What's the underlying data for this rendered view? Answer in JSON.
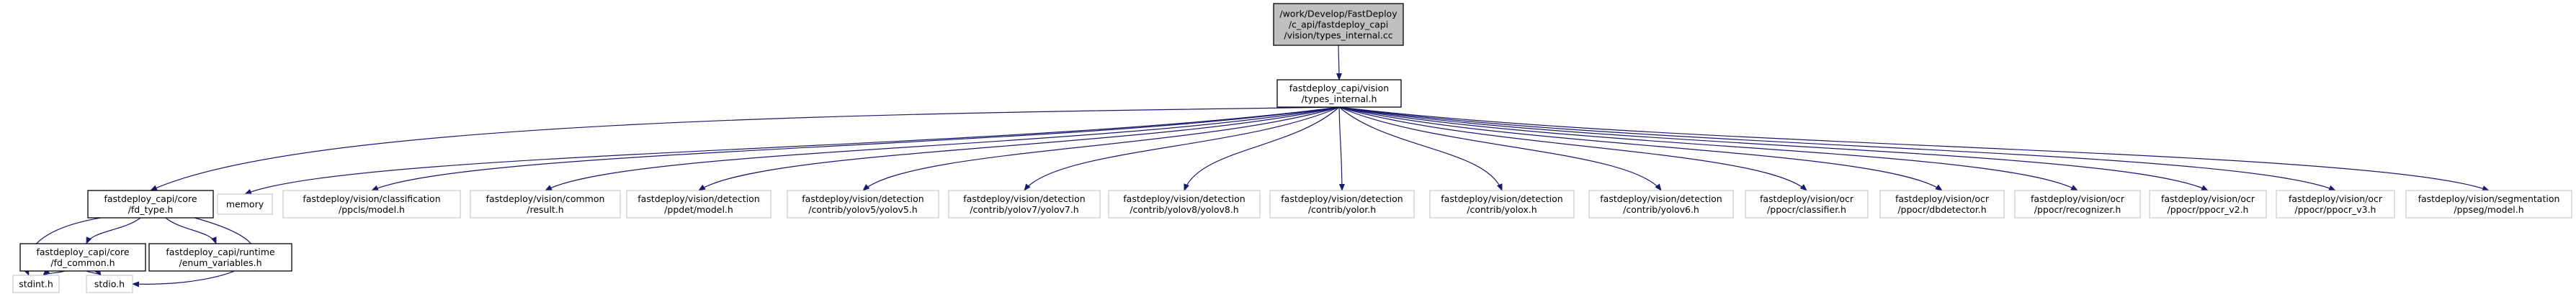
{
  "graph": {
    "colors": {
      "root_fill": "#bfbfbf",
      "documented_border": "#000000",
      "external_border": "#bfbfbf",
      "edge": "#191970"
    },
    "nodes": [
      {
        "id": "root",
        "kind": "root",
        "lines": [
          "/work/Develop/FastDeploy",
          "/c_api/fastdeploy_capi",
          "/vision/types_internal.cc"
        ]
      },
      {
        "id": "types_internal",
        "kind": "documented",
        "lines": [
          "fastdeploy_capi/vision",
          "/types_internal.h"
        ]
      },
      {
        "id": "fd_type",
        "kind": "documented",
        "lines": [
          "fastdeploy_capi/core",
          "/fd_type.h"
        ]
      },
      {
        "id": "memory",
        "kind": "external",
        "lines": [
          "memory"
        ]
      },
      {
        "id": "ppcls_model",
        "kind": "external",
        "lines": [
          "fastdeploy/vision/classification",
          "/ppcls/model.h"
        ]
      },
      {
        "id": "common_result",
        "kind": "external",
        "lines": [
          "fastdeploy/vision/common",
          "/result.h"
        ]
      },
      {
        "id": "ppdet_model",
        "kind": "external",
        "lines": [
          "fastdeploy/vision/detection",
          "/ppdet/model.h"
        ]
      },
      {
        "id": "yolov5",
        "kind": "external",
        "lines": [
          "fastdeploy/vision/detection",
          "/contrib/yolov5/yolov5.h"
        ]
      },
      {
        "id": "yolov7",
        "kind": "external",
        "lines": [
          "fastdeploy/vision/detection",
          "/contrib/yolov7/yolov7.h"
        ]
      },
      {
        "id": "yolov8",
        "kind": "external",
        "lines": [
          "fastdeploy/vision/detection",
          "/contrib/yolov8/yolov8.h"
        ]
      },
      {
        "id": "yolor",
        "kind": "external",
        "lines": [
          "fastdeploy/vision/detection",
          "/contrib/yolor.h"
        ]
      },
      {
        "id": "yolox",
        "kind": "external",
        "lines": [
          "fastdeploy/vision/detection",
          "/contrib/yolox.h"
        ]
      },
      {
        "id": "yolov6",
        "kind": "external",
        "lines": [
          "fastdeploy/vision/detection",
          "/contrib/yolov6.h"
        ]
      },
      {
        "id": "classifier",
        "kind": "external",
        "lines": [
          "fastdeploy/vision/ocr",
          "/ppocr/classifier.h"
        ]
      },
      {
        "id": "dbdetector",
        "kind": "external",
        "lines": [
          "fastdeploy/vision/ocr",
          "/ppocr/dbdetector.h"
        ]
      },
      {
        "id": "recognizer",
        "kind": "external",
        "lines": [
          "fastdeploy/vision/ocr",
          "/ppocr/recognizer.h"
        ]
      },
      {
        "id": "ppocr_v2",
        "kind": "external",
        "lines": [
          "fastdeploy/vision/ocr",
          "/ppocr/ppocr_v2.h"
        ]
      },
      {
        "id": "ppocr_v3",
        "kind": "external",
        "lines": [
          "fastdeploy/vision/ocr",
          "/ppocr/ppocr_v3.h"
        ]
      },
      {
        "id": "ppseg_model",
        "kind": "external",
        "lines": [
          "fastdeploy/vision/segmentation",
          "/ppseg/model.h"
        ]
      },
      {
        "id": "fd_common",
        "kind": "documented",
        "lines": [
          "fastdeploy_capi/core",
          "/fd_common.h"
        ]
      },
      {
        "id": "enum_variables",
        "kind": "documented",
        "lines": [
          "fastdeploy_capi/runtime",
          "/enum_variables.h"
        ]
      },
      {
        "id": "stdint",
        "kind": "external",
        "lines": [
          "stdint.h"
        ]
      },
      {
        "id": "stdio",
        "kind": "external",
        "lines": [
          "stdio.h"
        ]
      }
    ],
    "edges": [
      [
        "root",
        "types_internal"
      ],
      [
        "types_internal",
        "fd_type"
      ],
      [
        "types_internal",
        "memory"
      ],
      [
        "types_internal",
        "ppcls_model"
      ],
      [
        "types_internal",
        "common_result"
      ],
      [
        "types_internal",
        "ppdet_model"
      ],
      [
        "types_internal",
        "yolov5"
      ],
      [
        "types_internal",
        "yolov7"
      ],
      [
        "types_internal",
        "yolov8"
      ],
      [
        "types_internal",
        "yolor"
      ],
      [
        "types_internal",
        "yolox"
      ],
      [
        "types_internal",
        "yolov6"
      ],
      [
        "types_internal",
        "classifier"
      ],
      [
        "types_internal",
        "dbdetector"
      ],
      [
        "types_internal",
        "recognizer"
      ],
      [
        "types_internal",
        "ppocr_v2"
      ],
      [
        "types_internal",
        "ppocr_v3"
      ],
      [
        "types_internal",
        "ppseg_model"
      ],
      [
        "fd_type",
        "fd_common"
      ],
      [
        "fd_type",
        "enum_variables"
      ],
      [
        "fd_type",
        "stdint"
      ],
      [
        "fd_type",
        "stdio"
      ],
      [
        "fd_common",
        "stdint"
      ],
      [
        "fd_common",
        "stdio"
      ]
    ]
  }
}
